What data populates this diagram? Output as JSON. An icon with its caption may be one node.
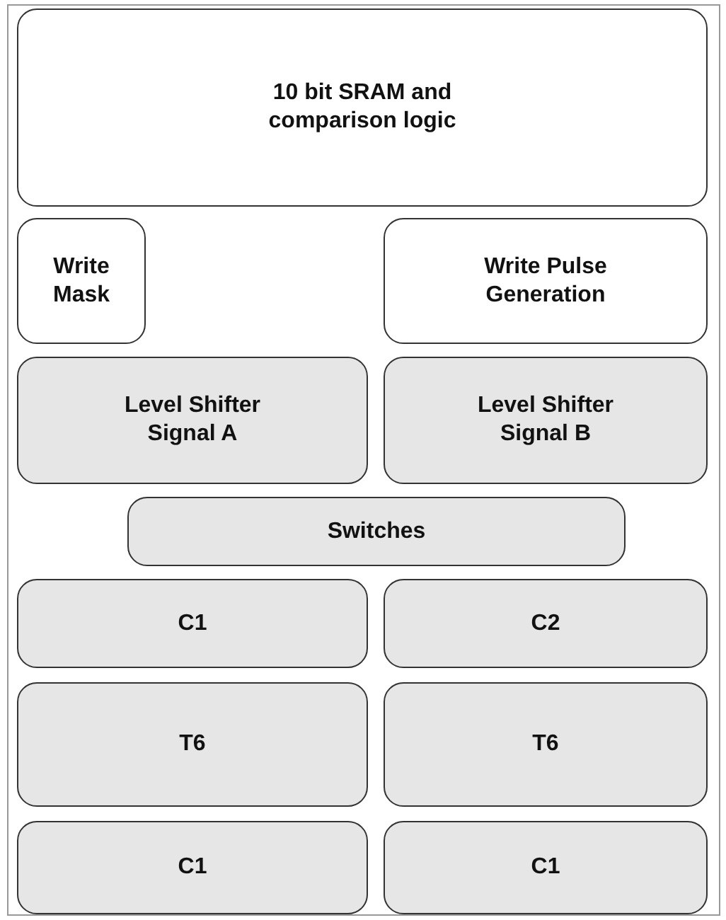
{
  "diagram": {
    "nodes": [
      {
        "text": [
          "10 bit SRAM and comparison logic"
        ]
      },
      {
        "text": [
          "Write Mask"
        ]
      },
      {
        "text": [
          "Write Pulse Generation"
        ]
      },
      {
        "text": [
          "Level Shifter Signal A"
        ]
      },
      {
        "text": [
          "Level Shifter Signal B"
        ]
      },
      {
        "text": [
          "Switches"
        ]
      },
      {
        "text": [
          "C1"
        ]
      },
      {
        "text": [
          "C2"
        ]
      },
      {
        "text": [
          "T6"
        ]
      },
      {
        "text": [
          "T6"
        ]
      },
      {
        "text": [
          "C1"
        ]
      },
      {
        "text": [
          "C1"
        ]
      }
    ]
  }
}
